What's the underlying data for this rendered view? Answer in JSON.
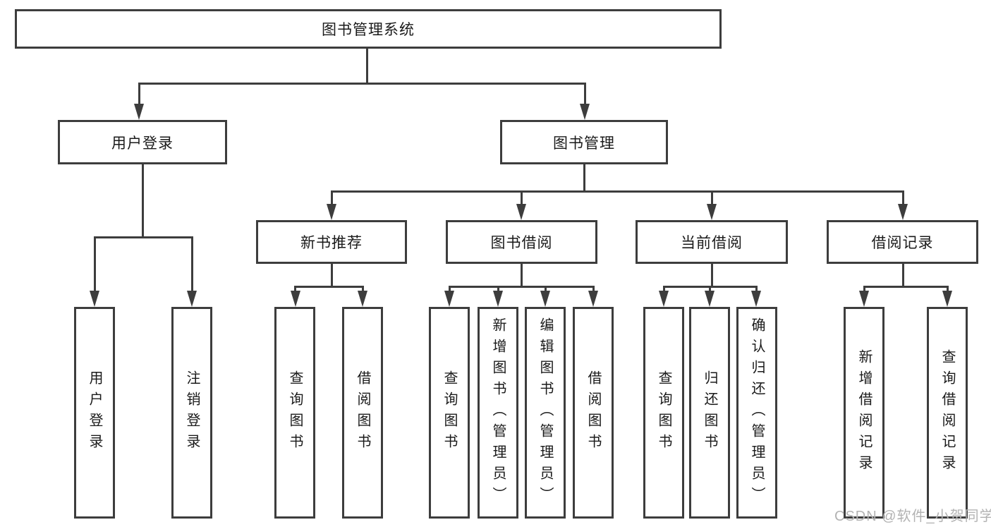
{
  "diagram": {
    "root": "图书管理系统",
    "level2": [
      "用户登录",
      "图书管理"
    ],
    "level3": [
      "新书推荐",
      "图书借阅",
      "当前借阅",
      "借阅记录"
    ],
    "leaves": [
      "用户登录",
      "注销登录",
      "查询图书",
      "借阅图书",
      "查询图书",
      "新增图书（管理员）",
      "编辑图书（管理员）",
      "借阅图书",
      "查询图书",
      "归还图书",
      "确认归还（管理员）",
      "新增借阅记录",
      "查询借阅记录"
    ],
    "structure": {
      "图书管理系统": [
        "用户登录",
        "图书管理"
      ],
      "用户登录": [
        "用户登录",
        "注销登录"
      ],
      "图书管理": [
        "新书推荐",
        "图书借阅",
        "当前借阅",
        "借阅记录"
      ],
      "新书推荐": [
        "查询图书",
        "借阅图书"
      ],
      "图书借阅": [
        "查询图书",
        "新增图书（管理员）",
        "编辑图书（管理员）",
        "借阅图书"
      ],
      "当前借阅": [
        "查询图书",
        "归还图书",
        "确认归还（管理员）"
      ],
      "借阅记录": [
        "新增借阅记录",
        "查询借阅记录"
      ]
    }
  },
  "watermark": {
    "text": "CSDN @软件_小贺同学"
  },
  "colors": {
    "line": "#3d3d3d",
    "box_border": "#3d3d3d",
    "text": "#1a1a1a",
    "watermark": "#b3b3b3",
    "background": "#ffffff"
  }
}
